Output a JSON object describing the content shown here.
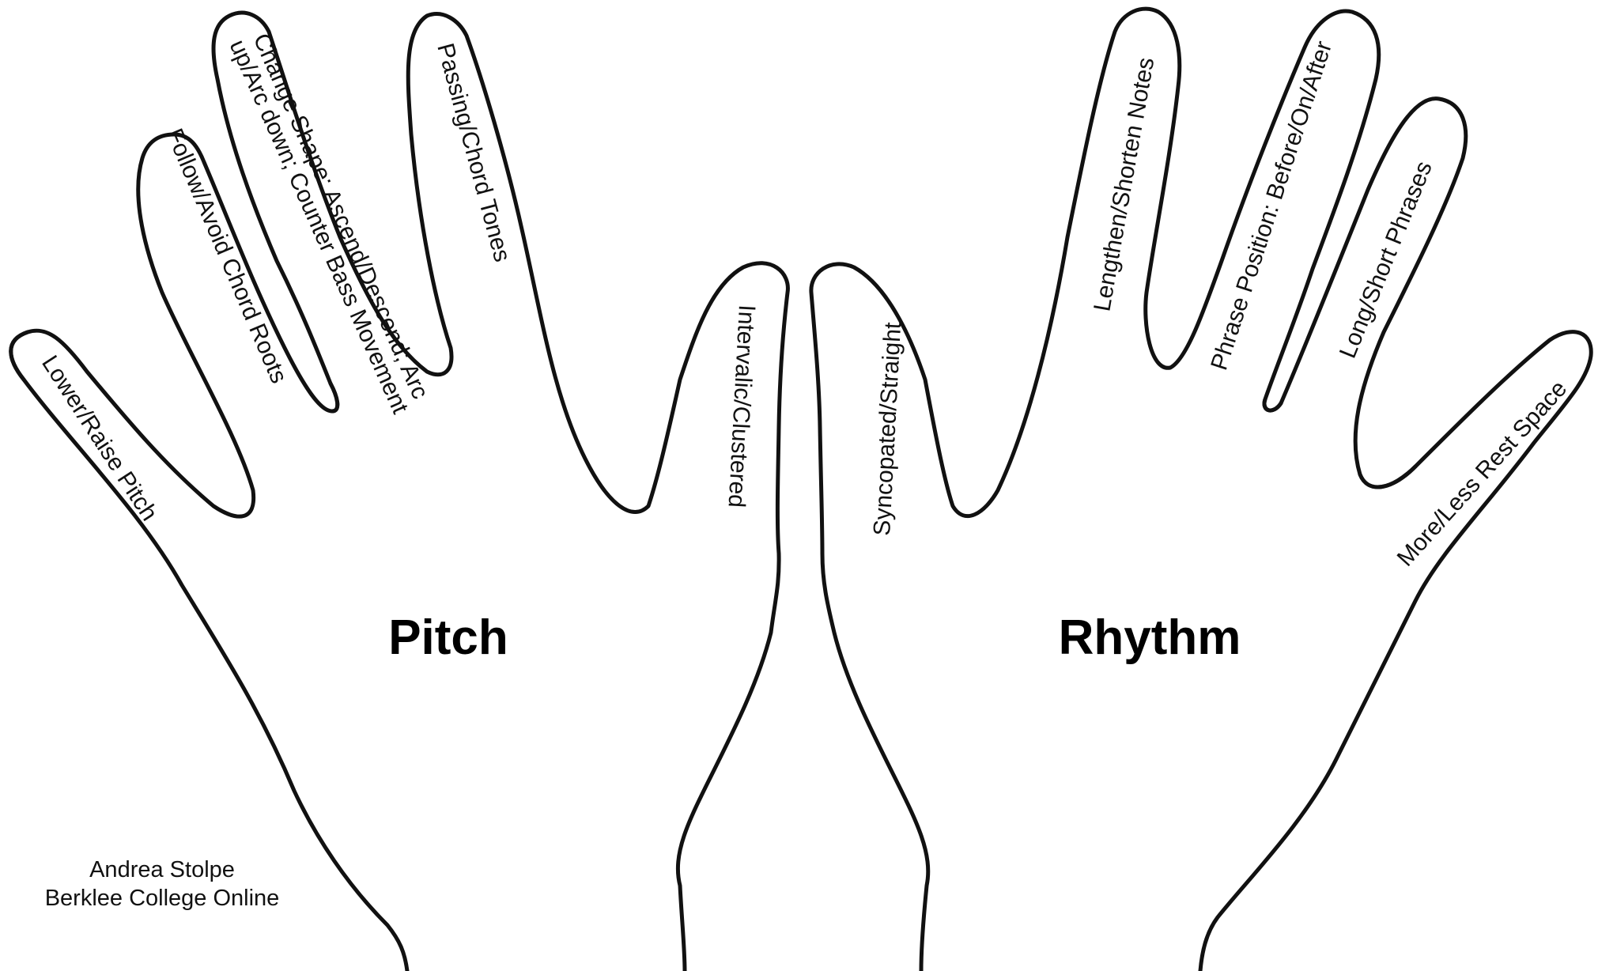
{
  "left_hand": {
    "title": "Pitch",
    "fingers": {
      "pinky": "Lower/Raise Pitch",
      "ring": "Follow/Avoid Chord Roots",
      "middle_line1": "Change Shape: Ascend/Descend; Arc",
      "middle_line2": "up/Arc down; Counter Bass Movement",
      "index": "Passing/Chord Tones",
      "thumb": "Intervalic/Clustered"
    }
  },
  "right_hand": {
    "title": "Rhythm",
    "fingers": {
      "thumb": "Syncopated/Straight",
      "index": "Lengthen/Shorten Notes",
      "middle": "Phrase Position: Before/On/After",
      "ring": "Long/Short Phrases",
      "pinky": "More/Less Rest Space"
    }
  },
  "credit": {
    "name": "Andrea Stolpe",
    "institution": "Berklee College Online"
  }
}
